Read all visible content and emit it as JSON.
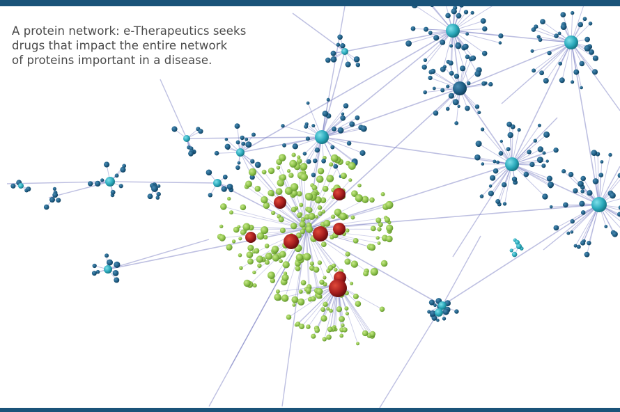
{
  "caption": {
    "lines": [
      "A protein network: e-Therapeutics seeks",
      "drugs that impact the entire network",
      "of proteins important in a disease."
    ]
  },
  "colors": {
    "frame_bar": "#1a5379",
    "edge": "#7b7fc4",
    "node_dark_blue": "#1f5f86",
    "node_cyan": "#2aa9bb",
    "node_green": "#8cc24a",
    "node_red": "#a51d1d"
  },
  "network": {
    "node_types": [
      "red",
      "green",
      "cyan",
      "dark-blue"
    ]
  }
}
